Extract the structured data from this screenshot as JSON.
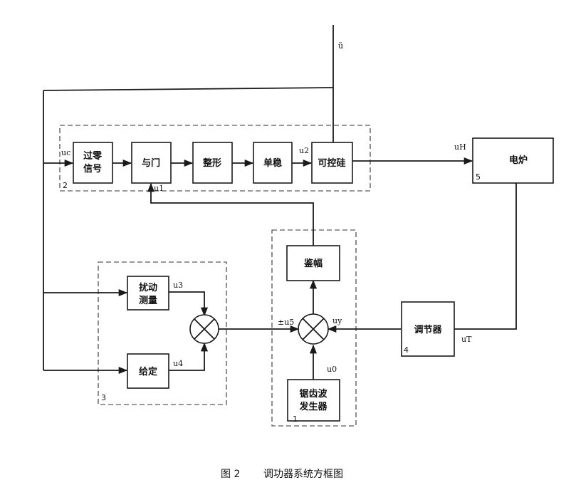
{
  "caption": {
    "figure_no": "图 2",
    "title": "调功器系统方框图"
  },
  "input_signal": "ũ",
  "blocks": {
    "zero_cross": [
      "过零",
      "信号"
    ],
    "and_gate": "与门",
    "shaping": "整形",
    "monostable": "单稳",
    "scr": "可控硅",
    "furnace": "电炉",
    "amplitude_detector": "鉴幅",
    "disturbance_measure": [
      "扰动",
      "测量"
    ],
    "setpoint": "给定",
    "sawtooth_generator": [
      "锯齿波",
      "发生器"
    ],
    "regulator": "调节器"
  },
  "signals": {
    "uc": "uc",
    "u1": "u1",
    "u2": "u2",
    "uH": "uH",
    "u3": "u3",
    "u4": "u4",
    "u5": "±u5",
    "uy": "uy",
    "u0": "u0",
    "uT": "uT"
  },
  "group_numbers": {
    "g1": "1",
    "g2": "2",
    "g3": "3",
    "g4": "4",
    "g5": "5"
  }
}
